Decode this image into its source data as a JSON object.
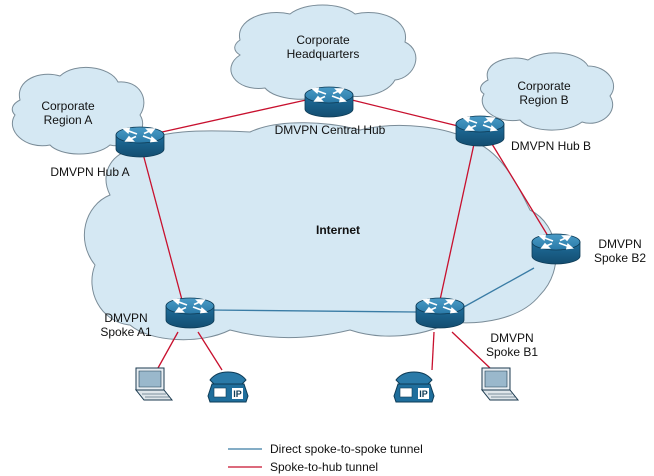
{
  "clouds": {
    "headquarters": [
      "Corporate",
      "Headquarters"
    ],
    "region_a": [
      "Corporate",
      "Region A"
    ],
    "region_b": [
      "Corporate",
      "Region B"
    ],
    "internet": "Internet"
  },
  "routers": {
    "central_hub": "DMVPN Central Hub",
    "hub_a": "DMVPN Hub A",
    "hub_b": "DMVPN Hub B",
    "spoke_a1": [
      "DMVPN",
      "Spoke A1"
    ],
    "spoke_b1": [
      "DMVPN",
      "Spoke B1"
    ],
    "spoke_b2": [
      "DMVPN",
      "Spoke B2"
    ]
  },
  "phone_badge": "IP",
  "legend": {
    "spoke_to_spoke": "Direct spoke-to-spoke tunnel",
    "spoke_to_hub": "Spoke-to-hub tunnel"
  },
  "colors": {
    "spoke_to_spoke": "#3a7ca5",
    "spoke_to_hub": "#c8102e",
    "cloud_fill": "#d5e8f3",
    "router_fill": "#1f6e9c"
  }
}
